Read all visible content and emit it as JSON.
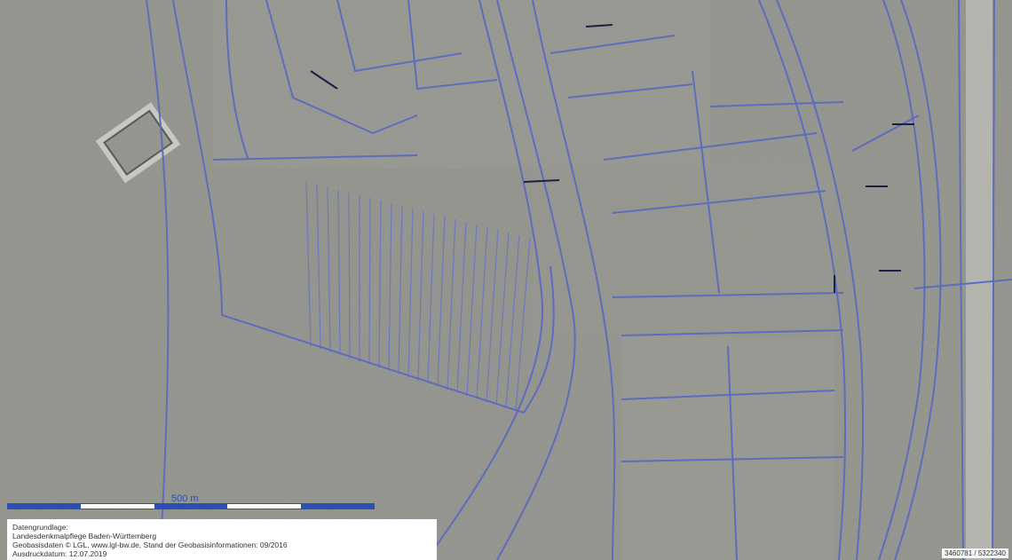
{
  "map": {
    "type": "relief-map",
    "background_color": "#8f9089",
    "line_color": "#5d6cc0",
    "dark_line_color": "#1c1f44",
    "scale_label": "500 m",
    "legend_lines": [
      "Datengrundlage:",
      "Landesdenkmalpflege Baden-Württemberg",
      "Geobasisdaten © LGL, www.lgl-bw.de, Stand der Geobasisinformationen: 09/2016",
      "Ausdruckdatum: 12.07.2019"
    ],
    "coordinates": "3460781 / 5322340"
  }
}
